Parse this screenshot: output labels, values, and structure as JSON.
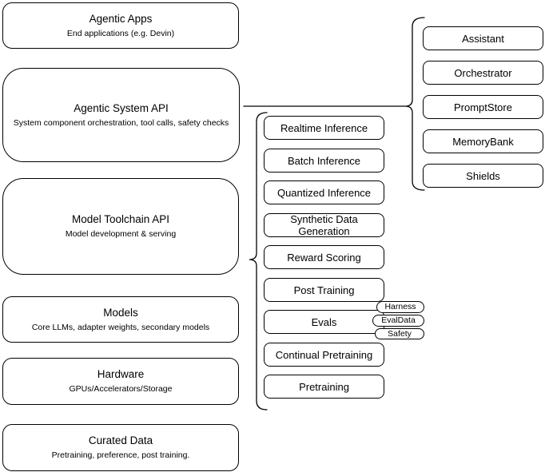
{
  "left_stack": [
    {
      "title": "Agentic Apps",
      "subtitle": "End applications (e.g. Devin)"
    },
    {
      "title": "Agentic System API",
      "subtitle": "System component orchestration, tool calls, safety checks"
    },
    {
      "title": "Model Toolchain API",
      "subtitle": "Model development & serving"
    },
    {
      "title": "Models",
      "subtitle": "Core LLMs, adapter weights, secondary models"
    },
    {
      "title": "Hardware",
      "subtitle": "GPUs/Accelerators/Storage"
    },
    {
      "title": "Curated Data",
      "subtitle": "Pretraining, preference, post training."
    }
  ],
  "toolchain_items": [
    "Realtime Inference",
    "Batch Inference",
    "Quantized Inference",
    "Synthetic Data Generation",
    "Reward Scoring",
    "Post Training",
    "Evals",
    "Continual Pretraining",
    "Pretraining"
  ],
  "evals_tags": [
    "Harness",
    "EvalData",
    "Safety"
  ],
  "system_components": [
    "Assistant",
    "Orchestrator",
    "PromptStore",
    "MemoryBank",
    "Shields"
  ],
  "colors": {
    "stroke": "#000000",
    "background": "#ffffff",
    "text": "#000000"
  }
}
